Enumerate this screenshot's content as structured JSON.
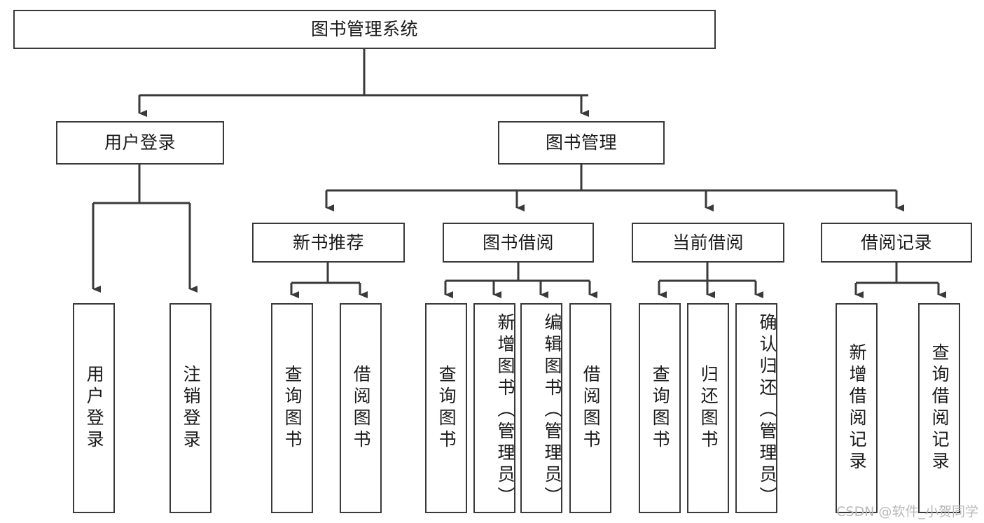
{
  "diagram": {
    "type": "tree",
    "title": "图书管理系统",
    "orientation": "top-down",
    "line_color": "#3a3a3a",
    "box_fill": "#ffffff",
    "text_color": "#1a1a1a"
  },
  "watermark": {
    "text": "CSDN @软件_小贺同学",
    "color": "#b9b9b9"
  },
  "nodes": {
    "root": {
      "label": "图书管理系统",
      "level": 0
    },
    "l1": [
      {
        "id": "user-login",
        "label": "用户登录"
      },
      {
        "id": "book-manage",
        "label": "图书管理"
      }
    ],
    "l2": [
      {
        "id": "new-book-recommend",
        "label": "新书推荐",
        "parent": "book-manage"
      },
      {
        "id": "book-borrow",
        "label": "图书借阅",
        "parent": "book-manage"
      },
      {
        "id": "current-borrow",
        "label": "当前借阅",
        "parent": "book-manage"
      },
      {
        "id": "borrow-record",
        "label": "借阅记录",
        "parent": "book-manage"
      }
    ],
    "leaves": [
      {
        "id": "leaf-user-login",
        "label": "用户登录",
        "parent": "user-login"
      },
      {
        "id": "leaf-logout",
        "label": "注销登录",
        "parent": "user-login"
      },
      {
        "id": "leaf-query-book-1",
        "label": "查询图书",
        "parent": "new-book-recommend"
      },
      {
        "id": "leaf-borrow-book-1",
        "label": "借阅图书",
        "parent": "new-book-recommend"
      },
      {
        "id": "leaf-query-book-2",
        "label": "查询图书",
        "parent": "book-borrow"
      },
      {
        "id": "leaf-add-book",
        "label": "新增图书（管理员）",
        "parent": "book-borrow"
      },
      {
        "id": "leaf-edit-book",
        "label": "编辑图书（管理员）",
        "parent": "book-borrow"
      },
      {
        "id": "leaf-borrow-book-2",
        "label": "借阅图书",
        "parent": "book-borrow"
      },
      {
        "id": "leaf-query-book-3",
        "label": "查询图书",
        "parent": "current-borrow"
      },
      {
        "id": "leaf-return-book",
        "label": "归还图书",
        "parent": "current-borrow"
      },
      {
        "id": "leaf-confirm-return",
        "label": "确认归还（管理员）",
        "parent": "current-borrow"
      },
      {
        "id": "leaf-add-record",
        "label": "新增借阅记录",
        "parent": "borrow-record"
      },
      {
        "id": "leaf-query-record",
        "label": "查询借阅记录",
        "parent": "borrow-record"
      }
    ]
  }
}
